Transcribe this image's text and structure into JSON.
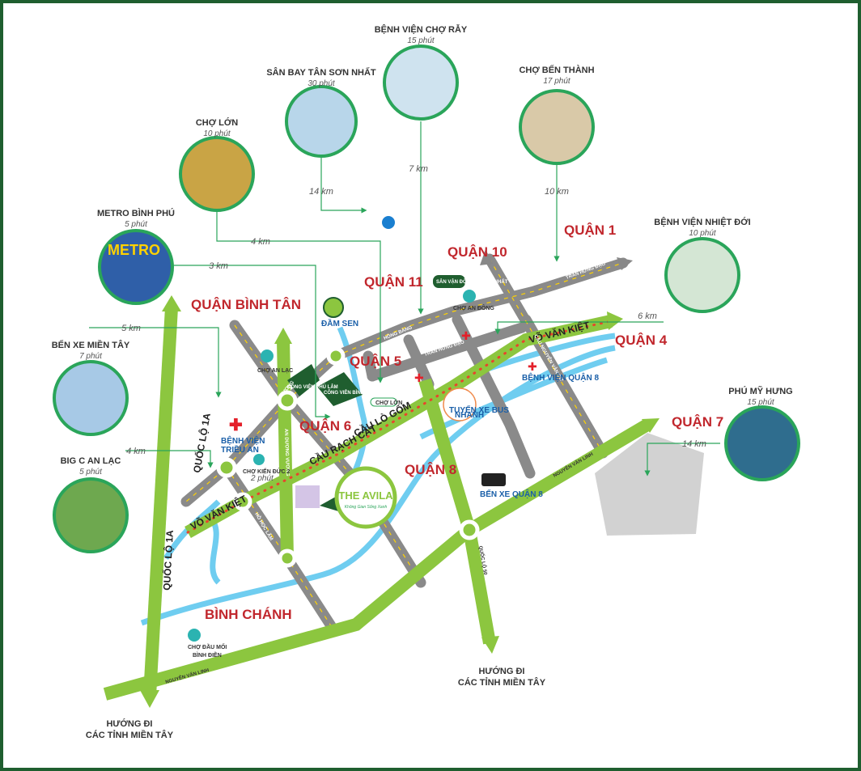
{
  "landmarks": [
    {
      "name": "BỆNH VIỆN CHỢ RẪY",
      "time": "15 phút",
      "dist": "7 km"
    },
    {
      "name": "SÂN BAY TÂN SƠN NHẤT",
      "time": "30 phút",
      "dist": "14 km"
    },
    {
      "name": "CHỢ BẾN THÀNH",
      "time": "17 phút",
      "dist": "10 km"
    },
    {
      "name": "CHỢ LỚN",
      "time": "10 phút",
      "dist": "4 km"
    },
    {
      "name": "METRO BÌNH PHÚ",
      "time": "5 phút",
      "dist": "3 km"
    },
    {
      "name": "BỆNH VIỆN NHIỆT ĐỚI",
      "time": "10 phút",
      "dist": "6 km"
    },
    {
      "name": "BẾN XE MIỀN TÂY",
      "time": "7 phút",
      "dist": "5 km"
    },
    {
      "name": "PHÚ MỸ HƯNG",
      "time": "15 phút",
      "dist": "14 km"
    },
    {
      "name": "BIG C AN LẠC",
      "time": "5 phút",
      "dist": "4 km"
    }
  ],
  "districts": {
    "q10": "QUẬN 10",
    "q1": "QUẬN 1",
    "q11": "QUẬN 11",
    "binhtan": "QUẬN BÌNH TÂN",
    "q5": "QUẬN 5",
    "q4": "QUẬN 4",
    "q6": "QUẬN 6",
    "q7": "QUẬN 7",
    "q8": "QUẬN 8",
    "binhchanh": "BÌNH CHÁNH"
  },
  "roads": {
    "vvk": "VÕ VĂN KIỆT",
    "vvk2": "VÕ VĂN KIỆT",
    "nvl": "NGUYỄN VĂN LINH",
    "nvl2": "NGUYỄN VĂN LINH",
    "ql1a": "QUỐC LỘ 1A",
    "ql1a2": "QUỐC LỘ 1A",
    "hongbang": "HỒNG BÀNG",
    "thd": "TRẦN HƯNG ĐẠO",
    "thd2": "TRẦN HƯNG ĐẠO",
    "caulogom": "CẦU LÒ GỐM",
    "caurachcat": "CẦU RẠCH CÁT",
    "hohoclam": "HỒ HỌC LÃM",
    "adv": "AN DƯƠNG VƯƠNG",
    "kdv": "KINH DƯƠNG VƯƠNG",
    "ql50": "QUỐC LỘ 50",
    "nvc": "CẦU NGUYỄN VĂN CỪ"
  },
  "places": {
    "damsen": "ĐẦM SEN",
    "bv_trieuan_1": "BỆNH VIỆN",
    "bv_trieuan_2": "TRIỀU AN",
    "chokienduc": "CHỢ KIẾN ĐỨC 2",
    "chokienduc_time": "2 phút",
    "benxeq8": "BẾN XE QUẬN 8",
    "chobinhdien_1": "CHỢ ĐẦU MỐI",
    "chobinhdien_2": "BÌNH ĐIỀN",
    "choandong": "CHỢ AN ĐÔNG",
    "choanlac": "CHỢ AN LẠC",
    "bus_1": "TUYẾN XE BUS",
    "bus_2": "NHANH",
    "cvphulam": "CÔNG VIÊN PHÚ LÂM",
    "cvbinhphu": "CÔNG VIÊN BÌNH PHÚ",
    "cholon_small": "CHỢ LỚN",
    "bvq8": "BỆNH VIỆN QUẬN 8",
    "svd": "SÂN VẬN ĐỘNG THỐNG NHẤT",
    "avila": "THE AVILA",
    "avila_slogan": "Không Gian Sống Xanh"
  },
  "directions": {
    "left_1": "HƯỚNG ĐI",
    "left_2": "CÁC TỈNH MIỀN TÂY",
    "right_1": "HƯỚNG ĐI",
    "right_2": "CÁC TỈNH MIỀN TÂY"
  },
  "colors": {
    "frame": "#1f5e2f",
    "green_road": "#8cc63f",
    "gray_road": "#8a8a8a",
    "water": "#6fcdf0",
    "district": "#c1272d",
    "accent": "#2aa55a"
  }
}
